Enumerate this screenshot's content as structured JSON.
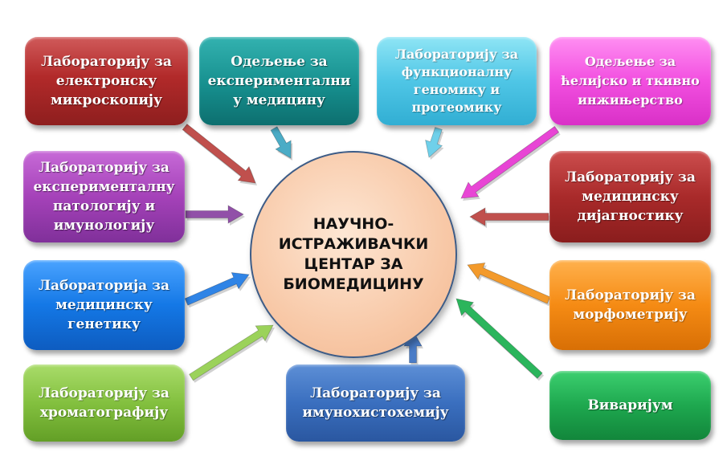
{
  "center": {
    "lines": [
      "НАУЧНО-",
      "ИСТРАЖИВАЧКИ",
      "ЦЕНТАР ЗА",
      "БИОМЕДИЦИНУ"
    ]
  },
  "boxes": {
    "electron_microscopy": {
      "lines": [
        "Лабораторију за",
        "електронску",
        "микроскопију"
      ],
      "color": "#b22a2a"
    },
    "experimental_medicine": {
      "lines": [
        "Одељење за",
        "експериментални",
        "у медицину"
      ],
      "color": "#168f8e"
    },
    "functional_genomics": {
      "lines": [
        "Лабораторију за",
        "функционалну",
        "геномику и",
        "протеомику"
      ],
      "color": "#4fc6e6"
    },
    "cell_tissue": {
      "lines": [
        "Одељење за",
        "ћелијско и ткивно",
        "инжињерство"
      ],
      "color": "#f24fe0"
    },
    "pathology": {
      "lines": [
        "Лабораторију за",
        "експерименталну",
        "патологију и",
        "имунологију"
      ],
      "color": "#a542b9"
    },
    "diagnostics": {
      "lines": [
        "Лабораторију за",
        "медицинску",
        "дијагностику"
      ],
      "color": "#a92a2a"
    },
    "genetics": {
      "lines": [
        "Лабораторија за",
        "медицинску",
        "генетику"
      ],
      "color": "#1478e6"
    },
    "morphometry": {
      "lines": [
        "Лабораторију за",
        "морфометрију"
      ],
      "color": "#f58b14"
    },
    "chromatography": {
      "lines": [
        "Лабораторију за",
        "хроматографију"
      ],
      "color": "#83c03f"
    },
    "immunohistochemistry": {
      "lines": [
        "Лабораторију за",
        "имунохистохемију"
      ],
      "color": "#3a6fbf"
    },
    "vivarium": {
      "lines": [
        "Виваријум"
      ],
      "color": "#1ea84f"
    }
  },
  "arrow_colors": {
    "electron_microscopy": "#c0504d",
    "experimental_medicine": "#4bacc6",
    "functional_genomics": "#6fd0ea",
    "cell_tissue": "#e845d5",
    "pathology": "#9150a8",
    "diagnostics": "#c0504d",
    "genetics": "#2f84e6",
    "morphometry": "#f39a2b",
    "chromatography": "#9bd25a",
    "immunohistochemistry": "#4a7cc7",
    "vivarium": "#2bb55c"
  }
}
